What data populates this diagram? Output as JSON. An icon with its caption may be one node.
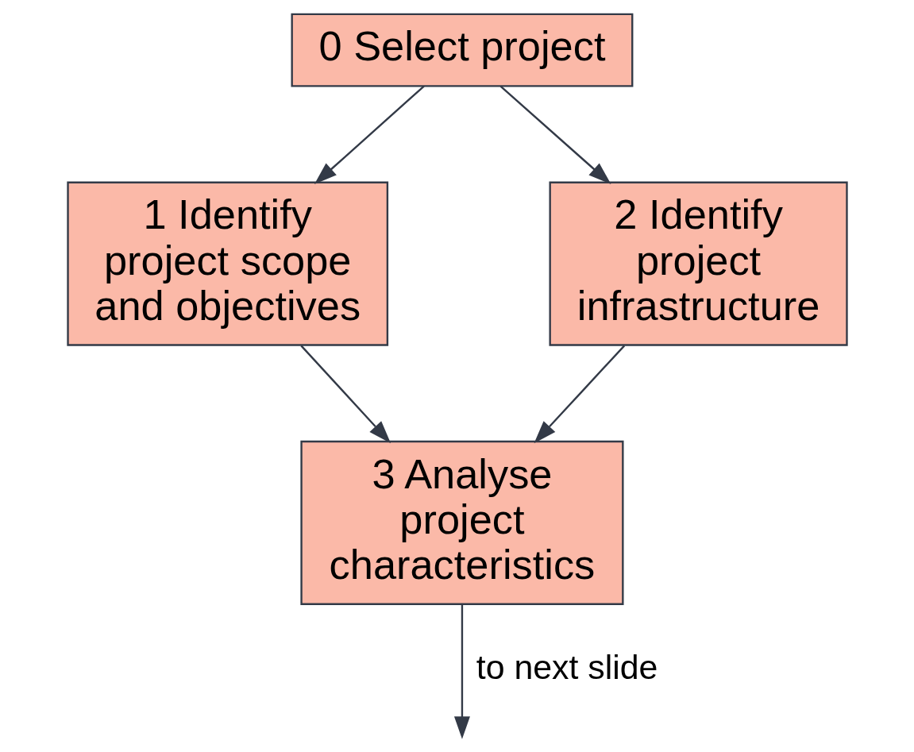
{
  "diagram": {
    "nodes": [
      {
        "text": [
          "0 Select project"
        ]
      },
      {
        "text": [
          "1 Identify project scope and objectives"
        ]
      },
      {
        "text": [
          "2 Identify project infrastructure"
        ]
      },
      {
        "text": [
          "3 Analyse project characteristics"
        ]
      }
    ],
    "edges": [
      {
        "from": 0,
        "to": 1,
        "arrow": "to"
      },
      {
        "from": 0,
        "to": 2,
        "arrow": "to"
      },
      {
        "from": 1,
        "to": 3,
        "arrow": "to"
      },
      {
        "from": 2,
        "to": 3,
        "arrow": "to"
      },
      {
        "from": 3,
        "to": null,
        "arrow": "to",
        "label": "to next slide"
      }
    ]
  }
}
